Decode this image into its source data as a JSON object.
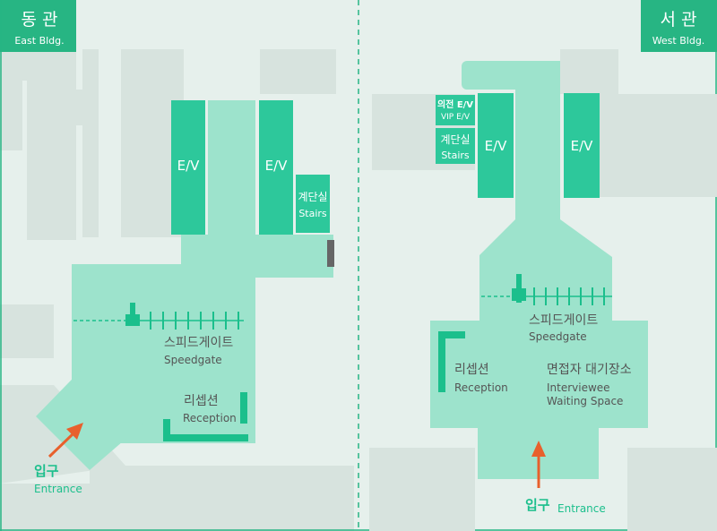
{
  "colors": {
    "page_background": "#e6f0ec",
    "building_block": "#d7e3de",
    "walkable_floor": "#9de3cc",
    "elevator_block": "#2dc89b",
    "accent_green": "#1bbf8c",
    "label_text": "#555555",
    "entrance_arrow": "#e8602c",
    "divider": "#27b583",
    "wall_gray": "#666666"
  },
  "east_building": {
    "header_ko": "동 관",
    "header_en": "East Bldg.",
    "elevator_1": "E/V",
    "elevator_2": "E/V",
    "stairs_ko": "계단실",
    "stairs_en": "Stairs",
    "speedgate_ko": "스피드게이트",
    "speedgate_en": "Speedgate",
    "reception_ko": "리셉션",
    "reception_en": "Reception",
    "entrance_ko": "입구",
    "entrance_en": "Entrance"
  },
  "west_building": {
    "header_ko": "서 관",
    "header_en": "West Bldg.",
    "vip_elevator_ko": "의전 E/V",
    "vip_elevator_en": "VIP E/V",
    "stairs_ko": "계단실",
    "stairs_en": "Stairs",
    "elevator_1": "E/V",
    "elevator_2": "E/V",
    "speedgate_ko": "스피드게이트",
    "speedgate_en": "Speedgate",
    "reception_ko": "리셉션",
    "reception_en": "Reception",
    "waiting_ko": "면접자 대기장소",
    "waiting_en_1": "Interviewee",
    "waiting_en_2": "Waiting Space",
    "entrance_ko": "입구",
    "entrance_en": "Entrance"
  }
}
